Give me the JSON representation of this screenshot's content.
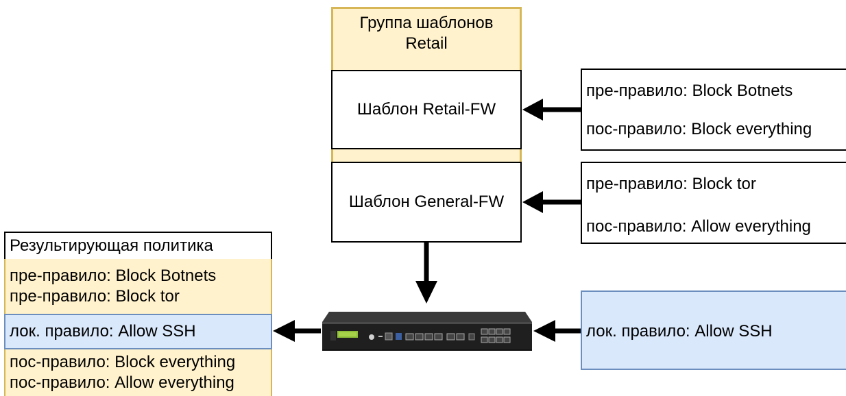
{
  "template_group": {
    "title": "Группа шаблонов\nRetail"
  },
  "templates": {
    "retail": "Шаблон Retail-FW",
    "general": "Шаблон General-FW"
  },
  "retail_rules": {
    "pre": "пре-правило: Block Botnets",
    "post": "пос-правило: Block everything"
  },
  "general_rules": {
    "pre": "пре-правило: Block tor",
    "post": "пос-правило: Allow everything"
  },
  "local_rule": {
    "text": "лок. правило: Allow SSH"
  },
  "resulting_policy": {
    "title": "Результирующая политика",
    "pre_rules": [
      "пре-правило: Block Botnets",
      "пре-правило: Block tor"
    ],
    "local_rules": [
      "лок. правило: Allow SSH"
    ],
    "post_rules": [
      "пос-правило: Block everything",
      "пос-правило: Allow everything"
    ]
  },
  "device": {
    "icon": "firewall-appliance-icon"
  },
  "colors": {
    "group_fill": "#fff2cc",
    "group_border": "#d6b656",
    "local_fill": "#dae8fc",
    "local_border": "#6c8ebf",
    "arrow": "#000000"
  }
}
